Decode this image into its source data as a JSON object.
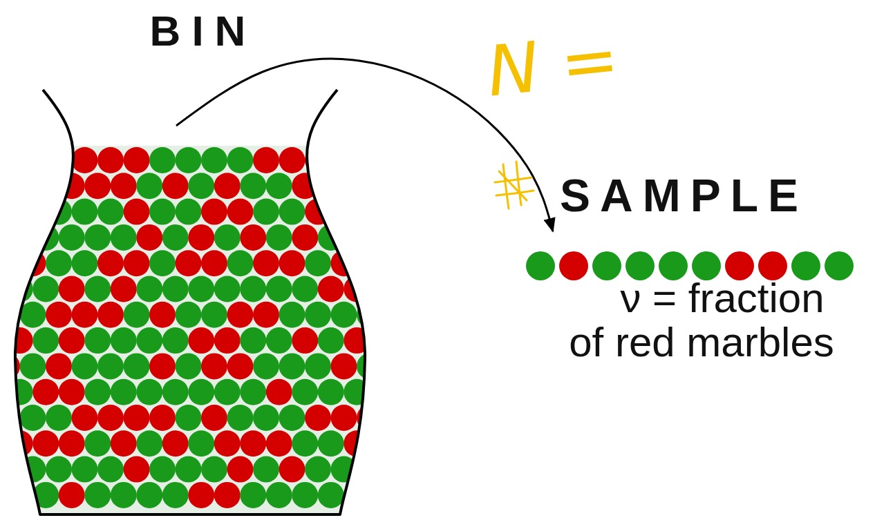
{
  "diagram": {
    "nodes": [
      {
        "text": [
          "BIN"
        ]
      },
      {
        "text": [
          "SAMPLE",
          "ν = fraction of red marbles"
        ]
      }
    ],
    "edges": [
      {
        "from": 0,
        "to": 1,
        "arrow": "to"
      }
    ],
    "labels": [
      "N ="
    ]
  }
}
